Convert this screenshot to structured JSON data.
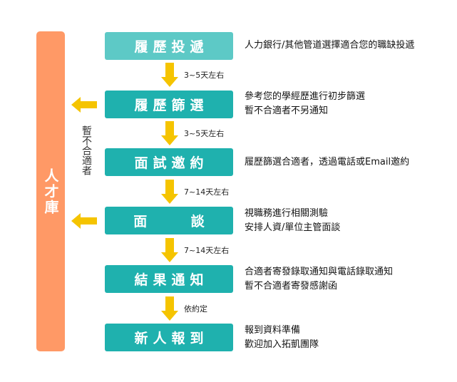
{
  "colors": {
    "pool": "#FF9966",
    "arrow": "#F5C400",
    "step_light": "#5DC9C6",
    "step_dark": "#1FB1AE"
  },
  "talent_pool": {
    "label": "人才庫",
    "icon": "talent-pool-box"
  },
  "reject_label": "暫不合適者",
  "steps": [
    {
      "label": "履歷投遞",
      "lines": [
        "人力銀行/其他管道選擇適合您的職缺投遞"
      ]
    },
    {
      "label": "履歷篩選",
      "lines": [
        "參考您的學經歷進行初步篩選",
        "暫不合適者不另通知"
      ]
    },
    {
      "label": "面試邀約",
      "lines": [
        "履歷篩選合適者，透過電話或Email邀約"
      ]
    },
    {
      "label": "面    談",
      "lines": [
        "視職務進行相關測驗",
        "安排人資/單位主管面談"
      ]
    },
    {
      "label": "結果通知",
      "lines": [
        "合適者寄發錄取通知與電話錄取通知",
        "暫不合適者寄發感謝函"
      ]
    },
    {
      "label": "新人報到",
      "lines": [
        "報到資料準備",
        "歡迎加入拓凱團隊"
      ]
    }
  ],
  "timings": [
    "3~5天左右",
    "3~5天左右",
    "7~14天左右",
    "7~14天左右",
    "依約定"
  ],
  "icons": {
    "down": "arrow-down-icon",
    "left": "arrow-left-icon"
  }
}
